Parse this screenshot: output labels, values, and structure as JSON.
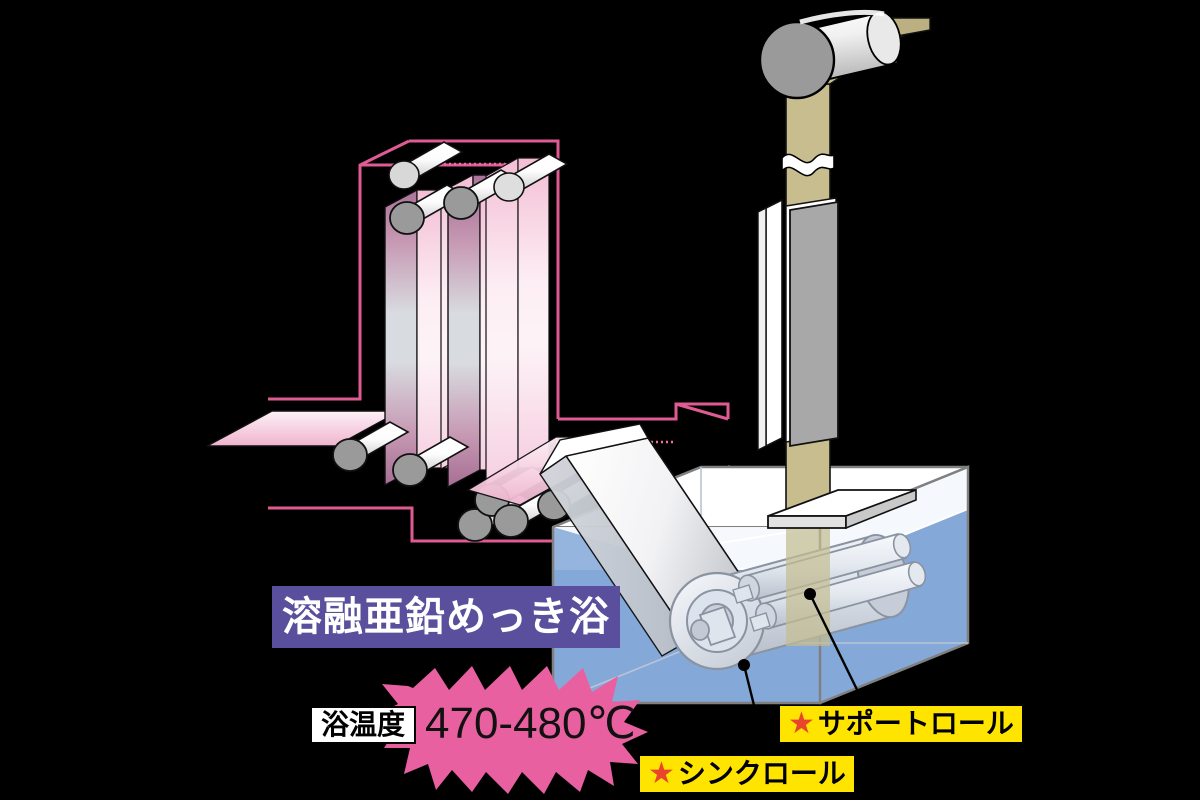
{
  "diagram": {
    "title": "溶融亜鉛めっき浴",
    "type": "hot-dip-galvanizing-bath-process",
    "background_color": "#000000"
  },
  "bath_label": {
    "text": "溶融亜鉛めっき浴",
    "background_color": "#5a4f9c",
    "text_color": "#ffffff"
  },
  "temperature": {
    "tag_label": "浴温度",
    "value": "470-480℃",
    "burst_color": "#e8609f",
    "tag_background": "#ffffff",
    "tag_border": "#000000"
  },
  "callouts": [
    {
      "star": "★",
      "label": "サポートロール",
      "background_color": "#ffe400",
      "star_color": "#e8452c"
    },
    {
      "star": "★",
      "label": "シンクロール",
      "background_color": "#ffe400",
      "star_color": "#e8452c"
    }
  ],
  "colors": {
    "furnace_outline": "#e8609f",
    "strip_pink": "#f4c3d8",
    "strip_mauve": "#b07da0",
    "strip_galvanized": "#c8bd8e",
    "zinc_bath": "#84a8d8",
    "zinc_surface": "#ffffff",
    "roller_gray": "#9a9a9a",
    "tank_edge": "#808080",
    "equipment_gray": "#a8a8a8"
  },
  "components": {
    "annealing_furnace": "annealing-furnace-outline",
    "entry_strip": "entry-steel-strip",
    "furnace_rollers": "furnace-deflector-rollers",
    "snout": "snout-strip-into-bath",
    "zinc_pot": "molten-zinc-pot",
    "sink_roll": "sink-roll",
    "support_rolls": "support-rolls",
    "air_knife": "air-knife-gas-wiper",
    "top_roller": "top-deflector-roller",
    "exit_strip": "exit-galvanized-strip",
    "break_symbol": "strip-break-symbol"
  }
}
